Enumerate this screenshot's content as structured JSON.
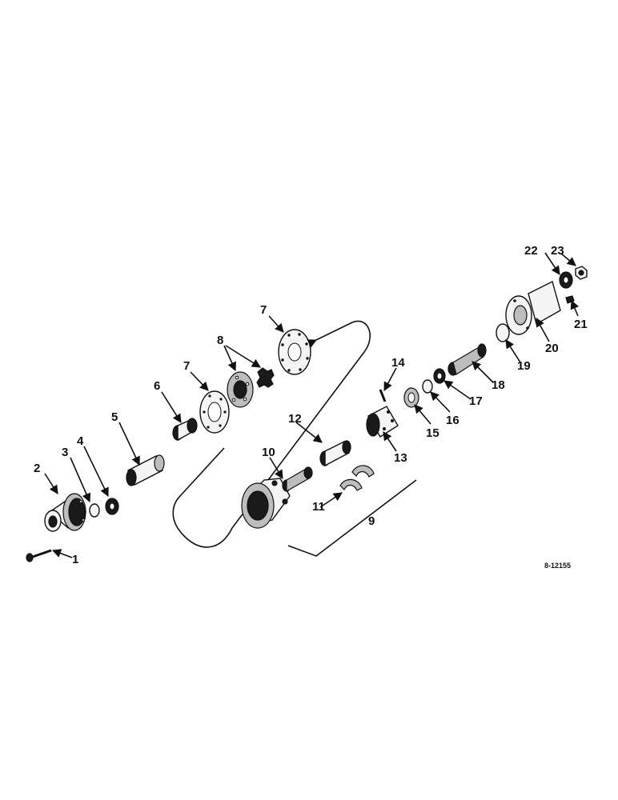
{
  "diagram": {
    "reference": "8-12155",
    "callouts": [
      "1",
      "2",
      "3",
      "4",
      "5",
      "6",
      "7",
      "7",
      "8",
      "9",
      "10",
      "11",
      "12",
      "13",
      "14",
      "15",
      "16",
      "17",
      "18",
      "19",
      "20",
      "21",
      "22",
      "23"
    ]
  }
}
